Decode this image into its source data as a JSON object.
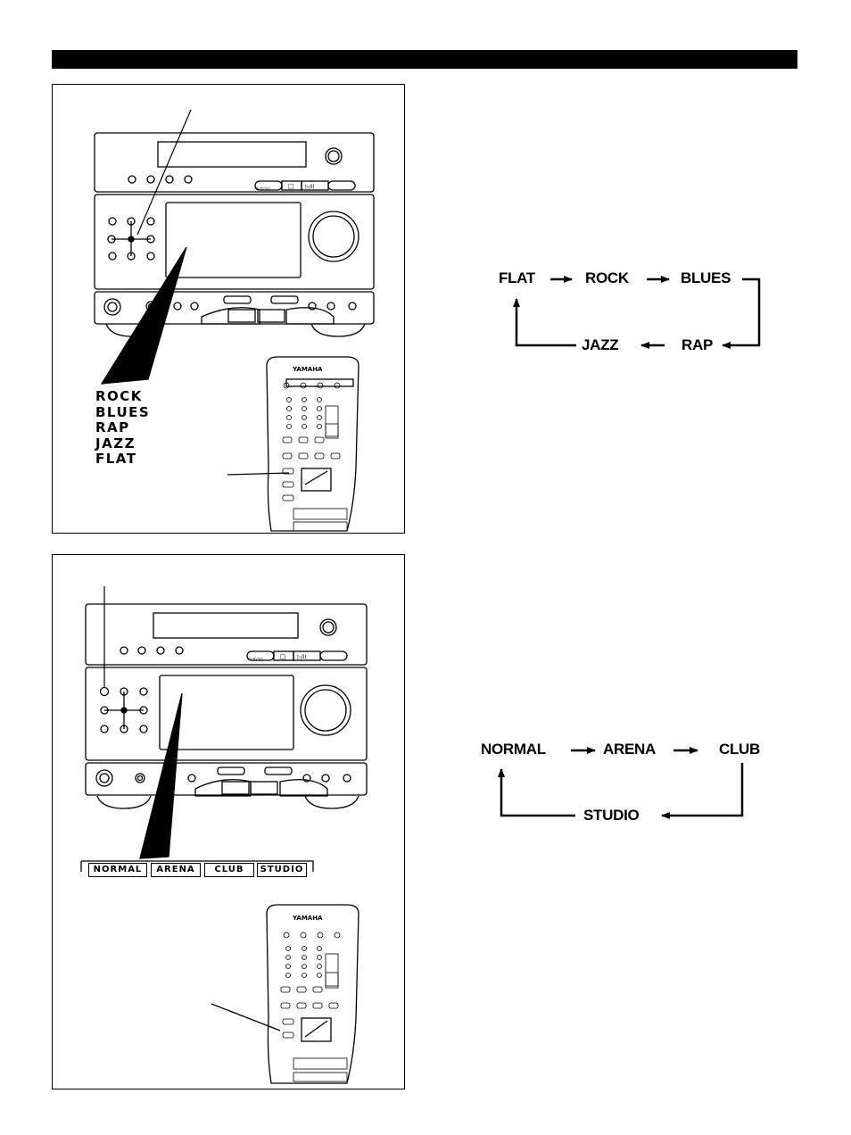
{
  "eq_panel": {
    "remote_brand": "YAMAHA",
    "eq_modes": [
      "ROCK",
      "BLUES",
      "RAP",
      "JAZZ",
      "FLAT"
    ],
    "unit_buttons": {
      "stop": "□",
      "play_pause": "▷/II"
    }
  },
  "eq_flow": {
    "flat": "FLAT",
    "rock": "ROCK",
    "blues": "BLUES",
    "rap": "RAP",
    "jazz": "JAZZ"
  },
  "surround_panel": {
    "remote_brand": "YAMAHA",
    "modes": [
      "NORMAL",
      "ARENA",
      "CLUB",
      "STUDIO"
    ],
    "unit_buttons": {
      "stop": "□",
      "play_pause": "▷/II"
    }
  },
  "surround_flow": {
    "normal": "NORMAL",
    "arena": "ARENA",
    "club": "CLUB",
    "studio": "STUDIO"
  }
}
